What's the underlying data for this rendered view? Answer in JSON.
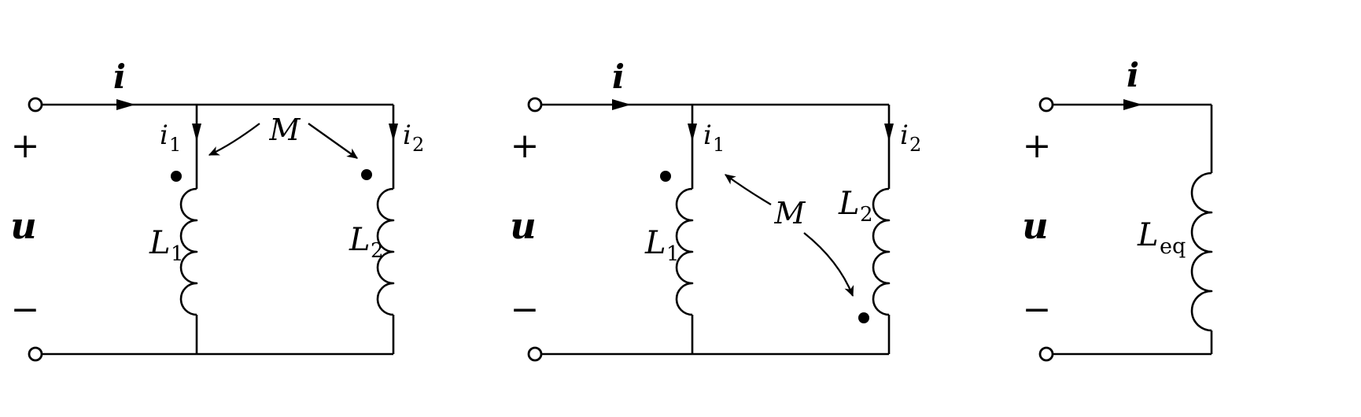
{
  "page": {
    "background": "#ffffff",
    "ink": "#000000"
  },
  "circuits": [
    {
      "name": "coupled-parallel-inductors-dots-same-side",
      "labels": {
        "source_current": "i",
        "plus": "+",
        "voltage": "u",
        "minus": "−",
        "i1_base": "i",
        "i1_sub": "1",
        "i2_base": "i",
        "i2_sub": "2",
        "L1_base": "L",
        "L1_sub": "1",
        "L2_base": "L",
        "L2_sub": "2",
        "mutual": "M"
      }
    },
    {
      "name": "coupled-parallel-inductors-dots-opposite-side",
      "labels": {
        "source_current": "i",
        "plus": "+",
        "voltage": "u",
        "minus": "−",
        "i1_base": "i",
        "i1_sub": "1",
        "i2_base": "i",
        "i2_sub": "2",
        "L1_base": "L",
        "L1_sub": "1",
        "L2_base": "L",
        "L2_sub": "2",
        "mutual": "M"
      }
    },
    {
      "name": "equivalent-inductor",
      "labels": {
        "source_current": "i",
        "plus": "+",
        "voltage": "u",
        "minus": "−",
        "Leq_base": "L",
        "Leq_sub": "eq"
      }
    }
  ]
}
